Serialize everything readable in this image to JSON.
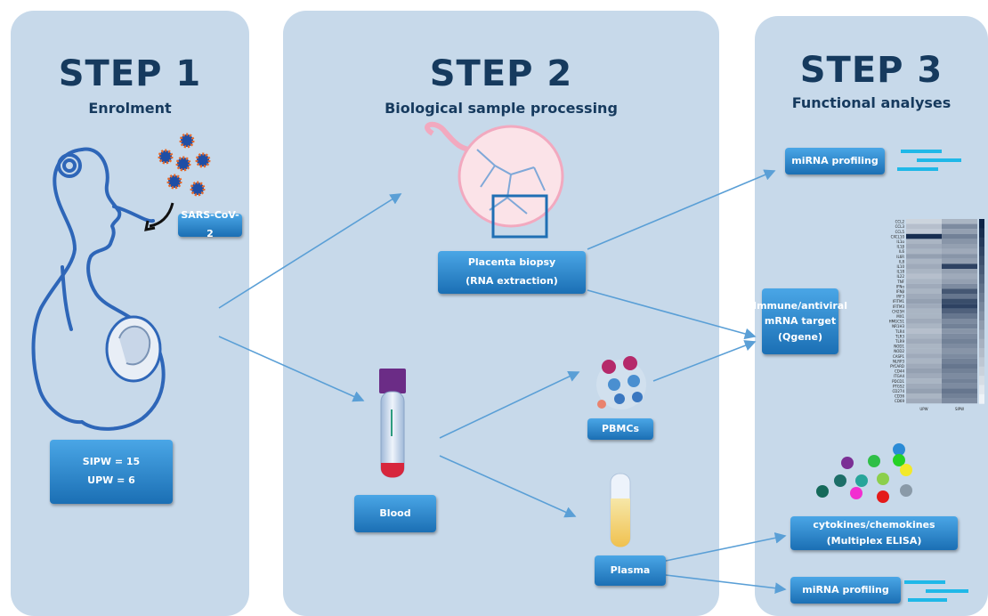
{
  "step1": {
    "title": "STEP 1",
    "subtitle": "Enrolment",
    "virus_label": "SARS-CoV-2",
    "group_line1": "SIPW = 15",
    "group_line2": "UPW = 6"
  },
  "step2": {
    "title": "STEP 2",
    "subtitle": "Biological sample processing",
    "placenta_line1": "Placenta biopsy",
    "placenta_line2": "(RNA extraction)",
    "blood": "Blood",
    "pbmcs": "PBMCs",
    "plasma": "Plasma"
  },
  "step3": {
    "title": "STEP 3",
    "subtitle": "Functional analyses",
    "mirna_top": "miRNA profiling",
    "immune_line1": "Immune/antiviral",
    "immune_line2": "mRNA target",
    "immune_line3": "(Qgene)",
    "cytokines_line1": "cytokines/chemokines",
    "cytokines_line2": "(Multiplex ELISA)",
    "mirna_bottom": "miRNA profiling"
  },
  "heatmap": {
    "genes": [
      "CCL2",
      "CCL3",
      "CCL5",
      "CXCL10",
      "IL1α",
      "IL1β",
      "IL6",
      "IL6R",
      "IL8",
      "IL10",
      "IL18",
      "IL22",
      "TNF",
      "IFNα",
      "IFNβ",
      "IRF3",
      "IFITM1",
      "IFITM3",
      "CH25H",
      "MX1",
      "HMGCS1",
      "NR1H3",
      "TLR4",
      "TLR3",
      "TLR9",
      "NOD1",
      "NOD2",
      "CASP1",
      "NLRP3",
      "PYCARD",
      "CD44",
      "ITGA4",
      "PDCD1",
      "PTGS2",
      "CD274",
      "CD36",
      "CD69"
    ],
    "columns": [
      "UPW",
      "SIPW"
    ],
    "colors": {
      "low": "#eef3f8",
      "high": "#0c2347"
    }
  },
  "colors": {
    "panel": "#c7d9ea",
    "button": "#2a86cf",
    "title": "#163a5e",
    "arrow": "#5a9fd6"
  }
}
